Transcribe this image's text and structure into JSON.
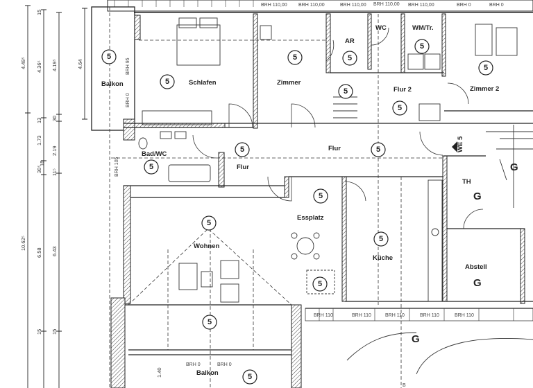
{
  "rooms": {
    "balkon_top": {
      "label": "Balkon",
      "floor": "5"
    },
    "schlafen": {
      "label": "Schlafen",
      "floor": "5"
    },
    "zimmer": {
      "label": "Zimmer",
      "floor": "5"
    },
    "ar": {
      "label": "AR",
      "floor": "5"
    },
    "wc": {
      "label": "WC"
    },
    "wm_tr": {
      "label": "WM/Tr.",
      "floor": "5"
    },
    "zimmer2": {
      "label": "Zimmer 2",
      "floor": "5"
    },
    "flur2": {
      "label": "Flur 2",
      "floor": "5"
    },
    "stair_floor": "5",
    "bad_wc": {
      "label": "Bad/WC",
      "floor": "5"
    },
    "flur_small": {
      "label": "Flur",
      "floor": "5"
    },
    "flur": {
      "label": "Flur",
      "floor": "5"
    },
    "we5": {
      "label": "WE 5",
      "floor": "G"
    },
    "th": {
      "label": "TH",
      "floor": "G"
    },
    "essplatz": {
      "label": "Essplatz",
      "floor": "5"
    },
    "kueche": {
      "label": "Küche",
      "floor": "5"
    },
    "abstell": {
      "label": "Abstell",
      "floor": "G"
    },
    "wohnen": {
      "label": "Wohnen",
      "floor": "5",
      "floor2": "5"
    },
    "essplatz_extra_floor": "5",
    "outside": {
      "label": "G"
    },
    "balkon_bottom": {
      "label": "Balkon",
      "floor": "5"
    }
  },
  "brh_labels": {
    "top": [
      "BRH 110,00",
      "BRH 110,00",
      "BRH 110,00",
      "BRH 110,00",
      "BRH 110,00",
      "BRH 0",
      "BRH 0"
    ],
    "balkon_side": [
      "BRH 95",
      "BRH 0"
    ],
    "bad_side": "BRH 105",
    "south": [
      "BRH 110",
      "BRH 110",
      "BRH 110",
      "BRH 110",
      "BRH 110"
    ],
    "balkon_bottom": [
      "BRH 0",
      "BRH 0"
    ]
  },
  "section_marker": "B",
  "dimensions": {
    "chain1": [
      "4.49⁵",
      "10.62⁵"
    ],
    "chain2": [
      "15",
      "4.36⁵",
      "13",
      "1.73",
      "30⁵",
      "18",
      "6.58",
      "15"
    ],
    "chain3": [
      "4.19⁵",
      "30",
      "2.19",
      "11⁵",
      "6.43",
      "15"
    ],
    "balkon_depth": "4.64",
    "balkon_bottom_depth": "1.40"
  }
}
